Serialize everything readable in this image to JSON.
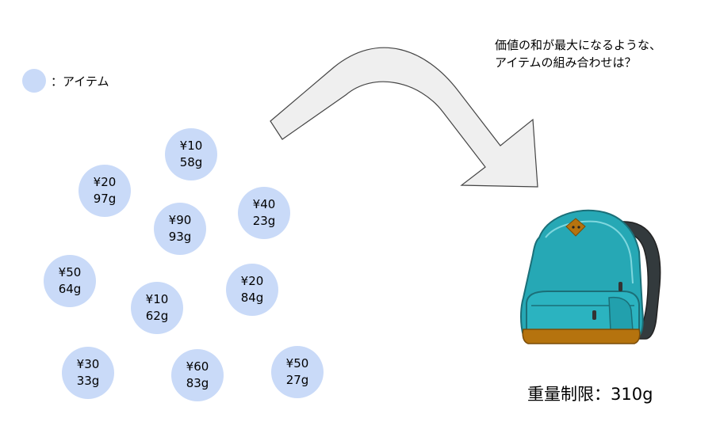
{
  "legend": {
    "label": "：アイテム"
  },
  "items": [
    {
      "price": "¥10",
      "weight": "58g"
    },
    {
      "price": "¥20",
      "weight": "97g"
    },
    {
      "price": "¥90",
      "weight": "93g"
    },
    {
      "price": "¥40",
      "weight": "23g"
    },
    {
      "price": "¥50",
      "weight": "64g"
    },
    {
      "price": "¥20",
      "weight": "84g"
    },
    {
      "price": "¥10",
      "weight": "62g"
    },
    {
      "price": "¥30",
      "weight": "33g"
    },
    {
      "price": "¥60",
      "weight": "83g"
    },
    {
      "price": "¥50",
      "weight": "27g"
    }
  ],
  "question": {
    "line1": "価値の和が最大になるような、",
    "line2": "アイテムの組み合わせは？"
  },
  "weight_limit": "重量制限：310g",
  "colors": {
    "item_fill": "#c9daf8",
    "arrow_fill": "#efefef",
    "arrow_stroke": "#444444",
    "backpack_body": "#26a8b5",
    "backpack_bottom": "#b5730e"
  }
}
